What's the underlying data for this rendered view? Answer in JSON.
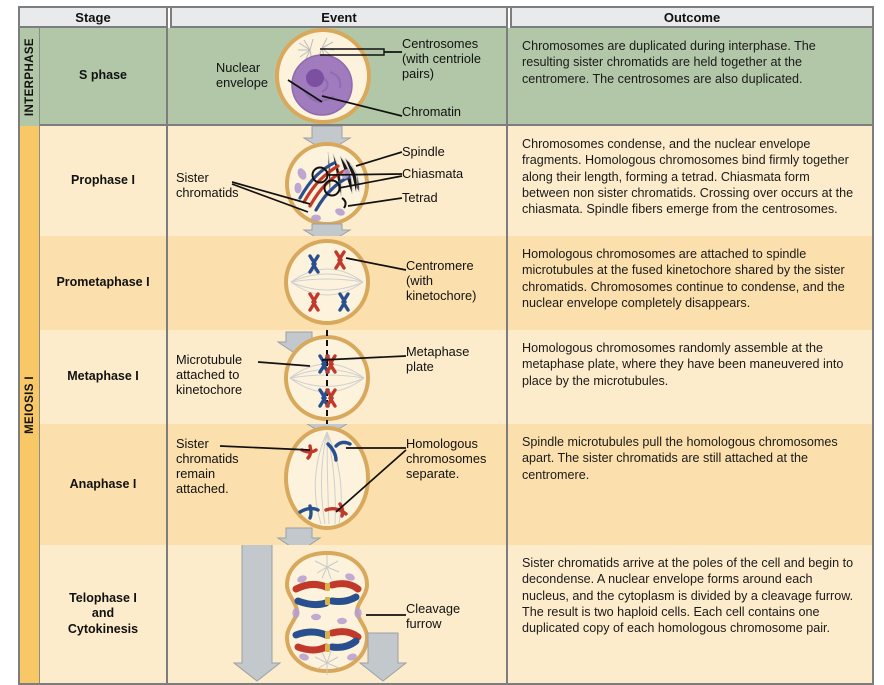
{
  "table": {
    "headers": {
      "stage": "Stage",
      "event": "Event",
      "outcome": "Outcome"
    },
    "phase_bands": [
      {
        "label": "INTERPHASE",
        "color": "#b2c7a8"
      },
      {
        "label": "MEIOSIS I",
        "color": "#f8c766"
      }
    ],
    "rows": [
      {
        "stage": "S phase",
        "band": "INTERPHASE",
        "row_color": "#b2c7a8",
        "outcome": "Chromosomes are duplicated during interphase. The resulting sister chromatids are held together at the centromere. The centrosomes are also duplicated.",
        "event_labels": [
          {
            "name": "centrosomes",
            "text": "Centrosomes\n(with centriole\npairs)"
          },
          {
            "name": "nuclear-envelope",
            "text": "Nuclear\nenvelope"
          },
          {
            "name": "chromatin",
            "text": "Chromatin"
          }
        ]
      },
      {
        "stage": "Prophase I",
        "band": "MEIOSIS I",
        "row_color": "#fdeccb",
        "outcome": "Chromosomes condense, and the nuclear envelope fragments. Homologous chromosomes bind firmly together along their length, forming a tetrad. Chiasmata form between non sister chromatids. Crossing over occurs at the chiasmata. Spindle fibers emerge from the centrosomes.",
        "event_labels": [
          {
            "name": "spindle",
            "text": "Spindle"
          },
          {
            "name": "chiasmata",
            "text": "Chiasmata"
          },
          {
            "name": "tetrad",
            "text": "Tetrad"
          },
          {
            "name": "sister-chromatids",
            "text": "Sister\nchromatids"
          }
        ]
      },
      {
        "stage": "Prometaphase I",
        "band": "MEIOSIS I",
        "row_color": "#fbdfac",
        "outcome": "Homologous chromosomes are attached to spindle microtubules at the fused kinetochore shared by the sister chromatids. Chromosomes continue to condense, and the nuclear envelope completely disappears.",
        "event_labels": [
          {
            "name": "centromere",
            "text": "Centromere\n(with\nkinetochore)"
          }
        ]
      },
      {
        "stage": "Metaphase I",
        "band": "MEIOSIS I",
        "row_color": "#fdeccb",
        "outcome": "Homologous chromosomes randomly assemble at the metaphase plate, where they have been maneuvered into place by the microtubules.",
        "event_labels": [
          {
            "name": "microtubule-attached-to-kinetochore",
            "text": "Microtubule\nattached to\nkinetochore"
          },
          {
            "name": "metaphase-plate",
            "text": "Metaphase\nplate"
          }
        ]
      },
      {
        "stage": "Anaphase I",
        "band": "MEIOSIS I",
        "row_color": "#fbdfac",
        "outcome": "Spindle microtubules pull the homologous chromosomes apart. The sister chromatids are still attached at the centromere.",
        "event_labels": [
          {
            "name": "sister-chromatids-remain-attached",
            "text": "Sister\nchromatids\nremain\nattached."
          },
          {
            "name": "homologous-chromosomes-separate",
            "text": "Homologous\nchromosomes\nseparate."
          }
        ]
      },
      {
        "stage": "Telophase I\nand\nCytokinesis",
        "band": "MEIOSIS I",
        "row_color": "#fdeccb",
        "outcome": "Sister chromatids arrive at the poles of the cell and begin to decondense. A nuclear envelope forms around each nucleus, and the cytoplasm is divided by a cleavage furrow. The result is two haploid cells. Each cell contains one duplicated copy of each homologous chromosome pair.",
        "event_labels": [
          {
            "name": "cleavage-furrow",
            "text": "Cleavage\nfurrow"
          }
        ]
      }
    ]
  },
  "colors": {
    "header_bg": "#e9eaec",
    "border": "#7d7d7d",
    "interphase_green": "#b2c7a8",
    "meiosis_orange": "#f8c766",
    "row_dark": "#fbdfac",
    "row_light": "#fdeccb",
    "cell_membrane": "#d8a85c",
    "cytoplasm": "#fdf3dc",
    "chromosome_red": "#c0392b",
    "chromosome_blue": "#2a4f8f",
    "nucleus_purple": "#9b76b8",
    "arrow_grey": "#c3c8cd"
  }
}
